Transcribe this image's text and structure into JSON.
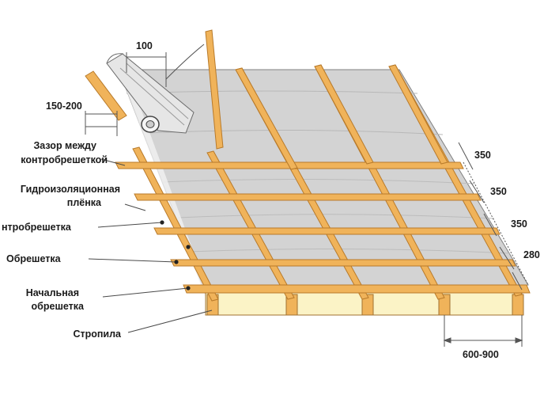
{
  "colors": {
    "membrane": "#d2d2d2",
    "membrane_edge": "#7a7a7a",
    "timber": "#f0b35a",
    "timber_edge": "#b87a2a",
    "rafter_fill": "#fbf3c6",
    "leader": "#4a4a4a"
  },
  "labels": {
    "gap_line1": "Зазор между",
    "gap_line2": "контробрешеткой",
    "membrane_line1": "Гидроизоляционная",
    "membrane_line2": "плёнка",
    "counter_batten": "нтробрешетка",
    "batten": "Обрешетка",
    "start_batten_line1": "Начальная",
    "start_batten_line2": "обрешетка",
    "rafters": "Стропила"
  },
  "dimensions": {
    "overlap": "100",
    "eave_overlap": "150-200",
    "spacing_1": "350",
    "spacing_2": "350",
    "spacing_3": "350",
    "spacing_4": "280",
    "rafter_pitch": "600-900"
  }
}
